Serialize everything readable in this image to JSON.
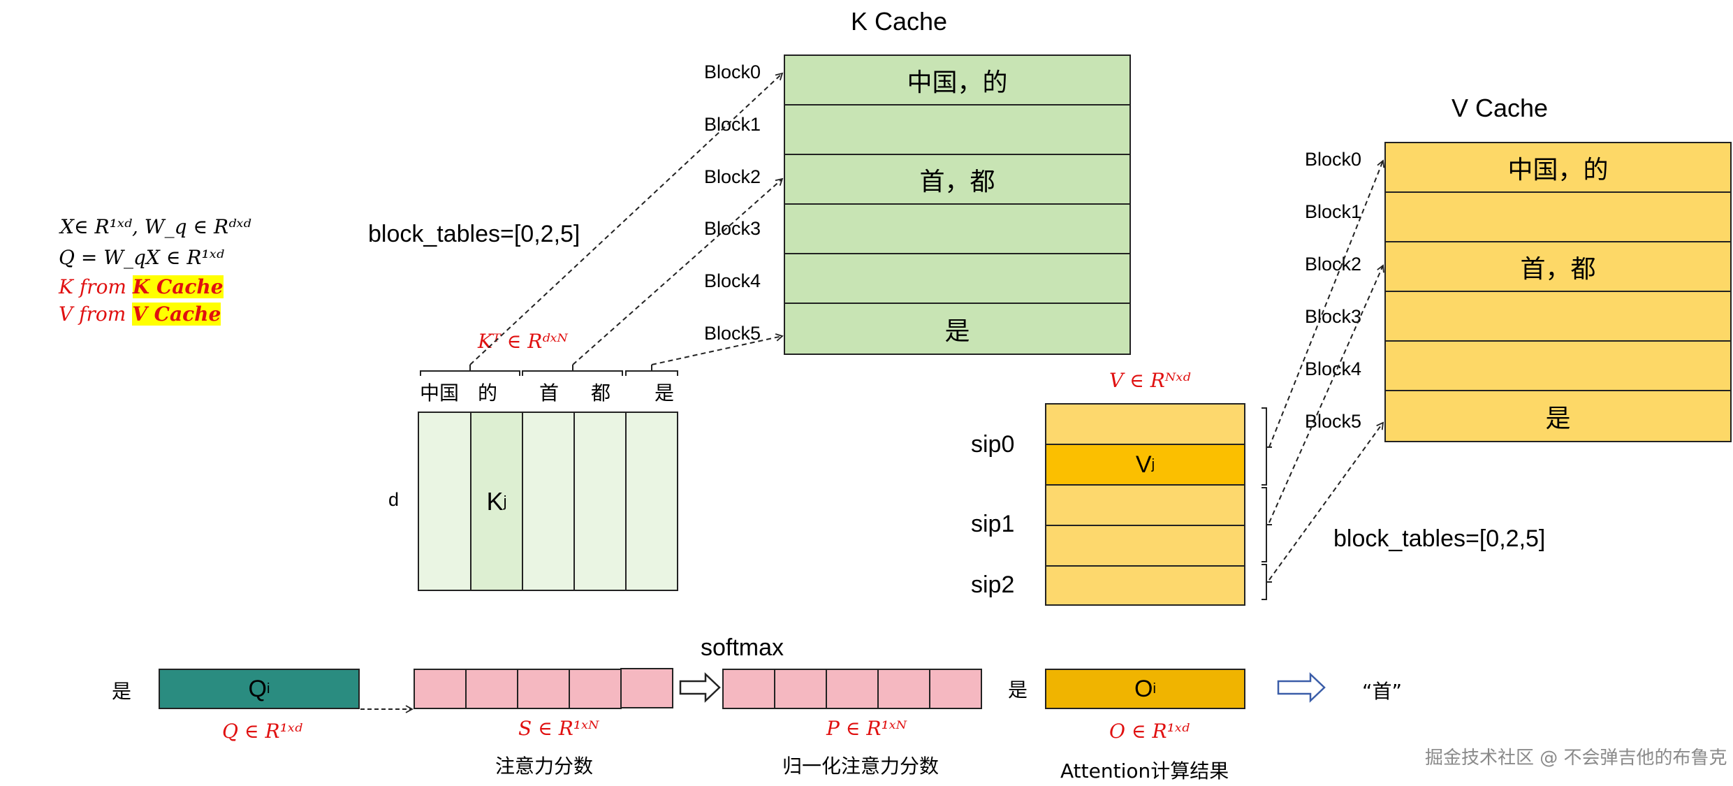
{
  "kcache": {
    "title": "K Cache",
    "blocks": [
      "Block0",
      "Block1",
      "Block2",
      "Block3",
      "Block4",
      "Block5"
    ],
    "cells": [
      "中国，的",
      "",
      "首，都",
      "",
      "",
      "是"
    ]
  },
  "vcache": {
    "title": "V Cache",
    "blocks": [
      "Block0",
      "Block1",
      "Block2",
      "Block3",
      "Block4",
      "Block5"
    ],
    "cells": [
      "中国，的",
      "",
      "首，都",
      "",
      "",
      "是"
    ]
  },
  "formulas": {
    "line1": "X∈ R¹ˣᵈ, W_q ∈ Rᵈˣᵈ",
    "line2": "Q = W_qX  ∈ R¹ˣᵈ",
    "line3_prefix": "K from ",
    "line3_hl": "K Cache",
    "line4_prefix": "V from ",
    "line4_hl": "V Cache"
  },
  "block_tables_left": "block_tables=[0,2,5]",
  "block_tables_right": "block_tables=[0,2,5]",
  "kt": {
    "formula": "Kᵀ  ∈ Rᵈˣᴺ",
    "tokens": [
      "中国",
      "的",
      "首",
      "都",
      "是"
    ],
    "d_label": "d",
    "kj_label": "K",
    "kj_sub": "j"
  },
  "v": {
    "formula": "V  ∈ Rᴺˣᵈ",
    "sips": [
      "sip0",
      "sip1",
      "sip2"
    ],
    "vj_label": "V",
    "vj_sub": "j"
  },
  "bottom": {
    "q_left_label": "是",
    "q_label": "Q",
    "q_sub": "i",
    "q_formula": "Q  ∈ R¹ˣᵈ",
    "s_formula": "S  ∈ R¹ˣᴺ",
    "s_caption": "注意力分数",
    "softmax": "softmax",
    "p_formula": "P  ∈ R¹ˣᴺ",
    "p_caption": "归一化注意力分数",
    "o_left_label": "是",
    "o_label": "O",
    "o_sub": "i",
    "o_formula": "O  ∈ R¹ˣᵈ",
    "o_caption": "Attention计算结果",
    "result": "“首”"
  },
  "watermark": "掘金技术社区 @ 不会弹吉他的布鲁克",
  "colors": {
    "kcache": "#c8e4b4",
    "vcache": "#fdd867",
    "q": "#2a8c80",
    "o": "#f0b400",
    "pink": "#f5b8c1",
    "red": "#e01010"
  }
}
